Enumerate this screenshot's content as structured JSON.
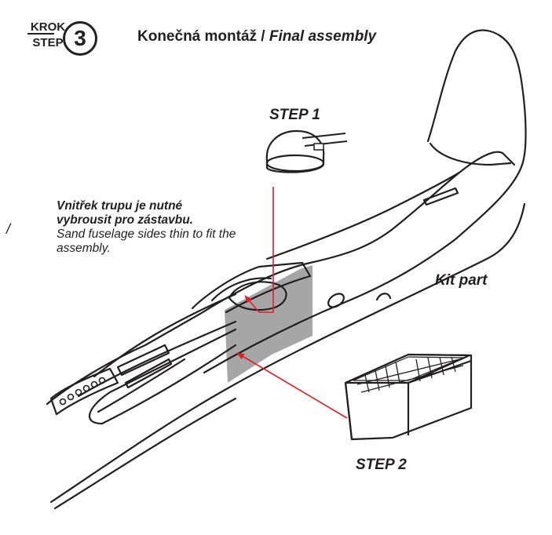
{
  "header": {
    "krok": "KROK",
    "step": "STEP",
    "number": "3",
    "title_cz": "Konečná montáž / ",
    "title_en": "Final assembly"
  },
  "labels": {
    "step1": "STEP 1",
    "step2": "STEP 2",
    "kit_part": "Kit part",
    "stray_mark": "/"
  },
  "note": {
    "cz": "Vnitřek trupu je nutné vybrousit pro zástavbu.",
    "en": "Sand fuselage sides thin to fit the assembly."
  },
  "colors": {
    "arrow": "#e31e24",
    "shade": "#a6a6a6",
    "ink": "#231f20"
  }
}
